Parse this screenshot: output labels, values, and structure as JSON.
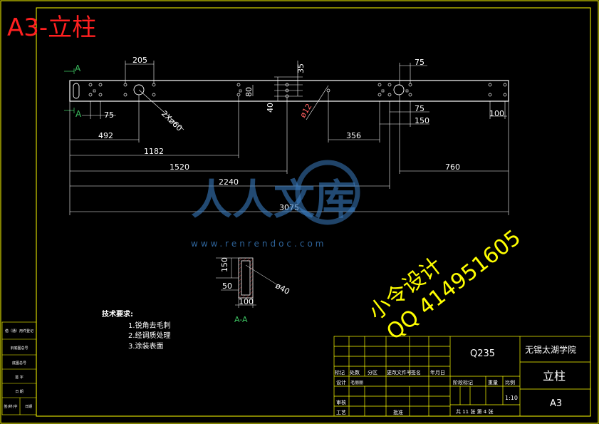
{
  "sheet": {
    "title": "A3-立柱",
    "watermark_main": "人人文库",
    "watermark_url": "www.renrendoc.com",
    "designer_line1": "小令设计",
    "designer_line2": "QQ 414951605"
  },
  "main_view": {
    "section_mark": "A",
    "dims": {
      "d205": "205",
      "d35": "35",
      "d75_top": "75",
      "d80": "80",
      "d40": "40",
      "d75_left": "75",
      "hole_2x60": "2Xø60",
      "hole_12": "ø12",
      "d75_right": "75",
      "d150": "150",
      "d100": "100",
      "d492": "492",
      "d356": "356",
      "d1182": "1182",
      "d1520": "1520",
      "d760": "760",
      "d2240": "2240",
      "d3075": "3075"
    }
  },
  "section_view": {
    "d150": "150",
    "d50": "50",
    "d100": "100",
    "hole_40": "ø40",
    "label": "A-A"
  },
  "tech": {
    "heading": "技术要求:",
    "items": [
      "1.锐角去毛刺",
      "2.经调质处理",
      "3.涂装表面"
    ]
  },
  "left_strip": [
    "借（通）用件登记",
    "旧底图总号",
    "底图总号",
    "签    字",
    "日    期",
    "签(终)字",
    "日期"
  ],
  "title_block": {
    "material": "Q235",
    "school": "无锡太湖学院",
    "part_name": "立柱",
    "sheet_size": "A3",
    "scale": "1:10",
    "h_mark": "标记",
    "h_count": "处数",
    "h_zone": "分区",
    "h_doc": "更改文件号",
    "h_sign": "签名",
    "h_date": "年月日",
    "r_design": "设计",
    "designer": "毛丽丽",
    "r_review": "审核",
    "r_process": "工艺",
    "r_approve": "批准",
    "h_stage": "阶段标记",
    "h_weight": "重量",
    "h_scale": "比例",
    "sheets": "共 11 张  第 4 张"
  },
  "colors": {
    "frame": "#FFFF00",
    "lines": "#FFFFFF",
    "dims": "#FFFFFF",
    "title": "#FF2020",
    "designer": "#FFFF00",
    "watermark": "#3A7CC0",
    "section_label": "#3CC060",
    "hatch": "#FF4040"
  }
}
